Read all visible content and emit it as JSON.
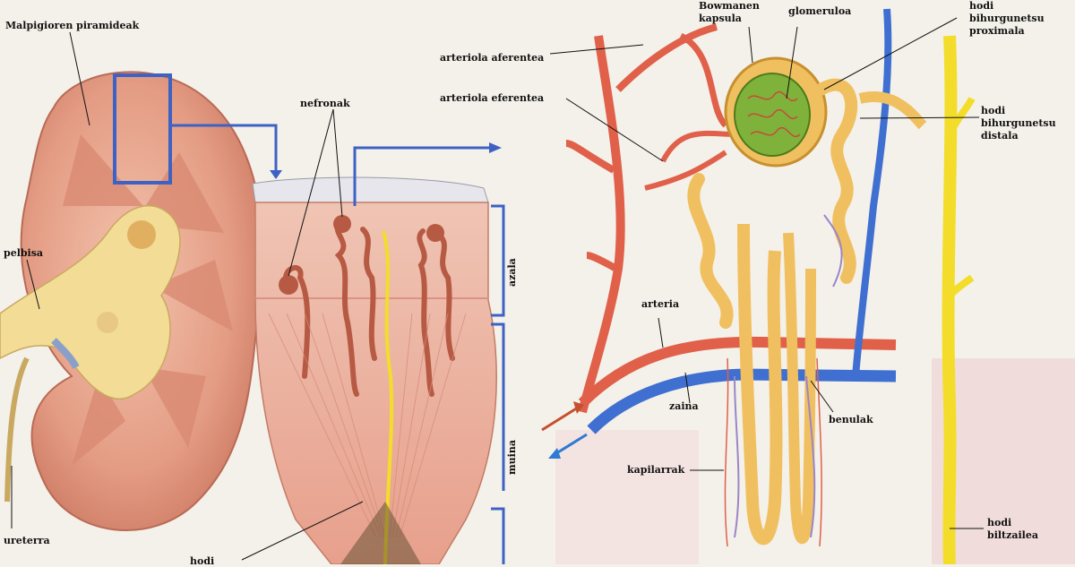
{
  "labels": {
    "malpigioren_piramideak": "Malpigioren piramideak",
    "pelbisa": "pelbisa",
    "ureterra": "ureterra",
    "nefronak": "nefronak",
    "hodi_partial": "hodi",
    "azala": "azala",
    "muina": "muina",
    "bowmanen_kapsula": [
      "Bowmanen",
      "kapsula"
    ],
    "glomeruloa": "glomeruloa",
    "hodi_bihurgunetsu_proximala": [
      "hodi",
      "bihurgunetsu",
      "proximala"
    ],
    "arteriola_aferentea": "arteriola aferentea",
    "arteriola_eferentea": "arteriola eferentea",
    "hodi_bihurgunetsu_distala": [
      "hodi",
      "bihurgunetsu",
      "distala"
    ],
    "arteria": "arteria",
    "zaina": "zaina",
    "benulak": "benulak",
    "kapilarrak": "kapilarrak",
    "hodi_biltzailea": [
      "hodi",
      "biltzailea"
    ]
  },
  "colors": {
    "background": "#f4f1ea",
    "kidney_tissue": "#e8a48c",
    "pelvis_yellow": "#f2dc96",
    "artery_red": "#e0604a",
    "vein_blue": "#3f6fd0",
    "tubule_yellow": "#f0c060",
    "glomerulus_green": "#7fb23a",
    "collecting_duct": "#f3dd2a",
    "frame_blue": "#3d62c4",
    "capillary_purple": "#9a86c8"
  }
}
